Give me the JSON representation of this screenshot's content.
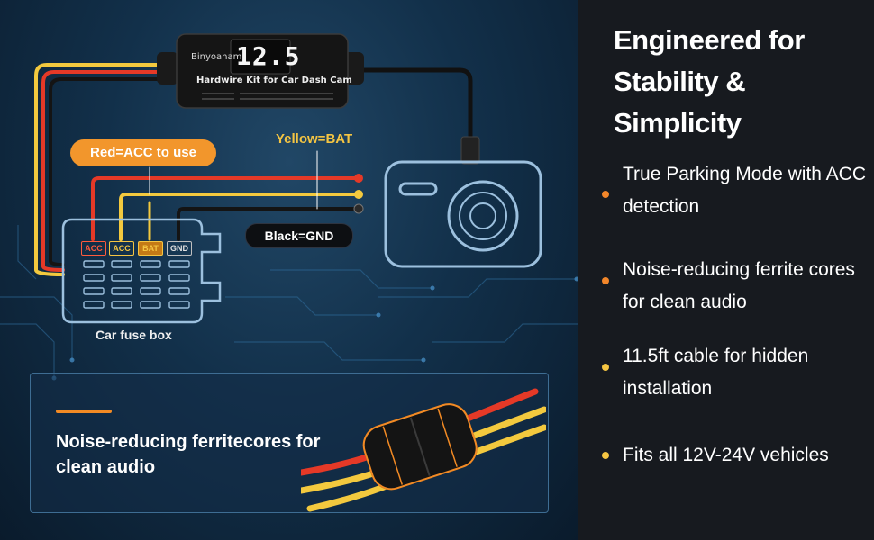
{
  "device": {
    "brand": "Binyoanam",
    "reading": "12.5",
    "title": "Hardwire Kit for Car Dash Cam"
  },
  "labels": {
    "acc_callout": "Red=ACC to use",
    "bat_callout": "Yellow=BAT",
    "gnd_callout": "Black=GND"
  },
  "fuse_box": {
    "terminals": [
      "ACC",
      "ACC",
      "BAT",
      "GND"
    ],
    "caption": "Car fuse box"
  },
  "ferrite_card": {
    "text": "Noise-reducing ferritecores for clean audio"
  },
  "headline": "Engineered for Stability & Simplicity",
  "features": [
    "True Parking Mode with ACC detection",
    "Noise-reducing ferrite cores for clean audio",
    "11.5ft cable for hidden installation",
    "Fits all 12V-24V vehicles"
  ],
  "colors": {
    "accent_orange": "#f2862a",
    "accent_yellow": "#f5c542",
    "wire_red": "#e53927",
    "wire_yellow": "#f3c93e",
    "wire_black": "#141414"
  }
}
